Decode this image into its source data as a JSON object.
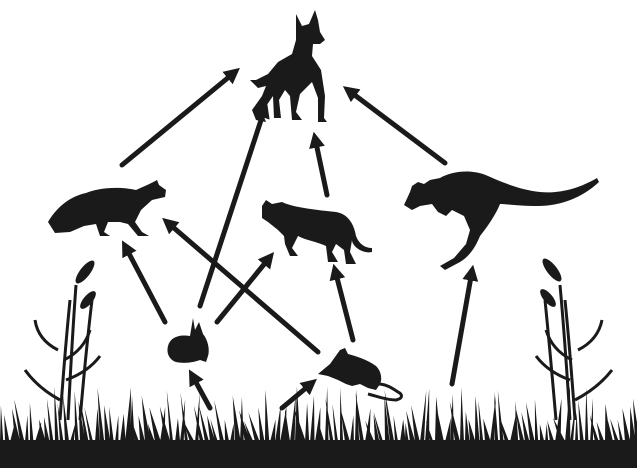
{
  "diagram": {
    "type": "food-web",
    "colors": {
      "silhouette": "#1a1a1a",
      "arrow": "#1a1a1a",
      "background": "#ffffff"
    },
    "organisms": [
      {
        "id": "dingo",
        "icon": "dingo-icon"
      },
      {
        "id": "fox",
        "icon": "fox-icon"
      },
      {
        "id": "cat",
        "icon": "feral-cat-icon"
      },
      {
        "id": "kangaroo",
        "icon": "kangaroo-icon"
      },
      {
        "id": "rabbit",
        "icon": "rabbit-icon"
      },
      {
        "id": "rat",
        "icon": "rat-icon"
      },
      {
        "id": "grass",
        "icon": "grass-icon"
      }
    ],
    "energy_flow": [
      {
        "from": "fox",
        "to": "dingo"
      },
      {
        "from": "rabbit",
        "to": "dingo"
      },
      {
        "from": "cat",
        "to": "dingo"
      },
      {
        "from": "kangaroo",
        "to": "dingo"
      },
      {
        "from": "rabbit",
        "to": "fox"
      },
      {
        "from": "rat",
        "to": "fox"
      },
      {
        "from": "rabbit",
        "to": "cat"
      },
      {
        "from": "rat",
        "to": "cat"
      },
      {
        "from": "grass",
        "to": "rabbit"
      },
      {
        "from": "grass",
        "to": "rat"
      },
      {
        "from": "grass",
        "to": "kangaroo"
      }
    ]
  }
}
